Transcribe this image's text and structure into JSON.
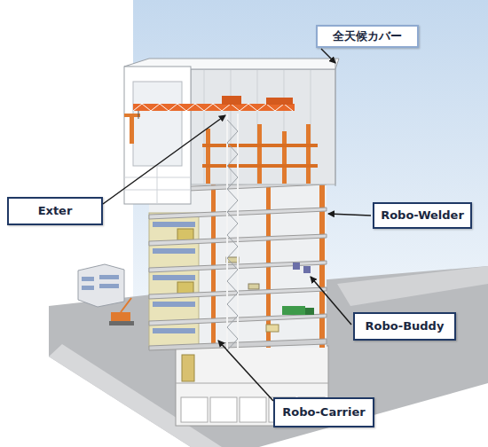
{
  "diagram": {
    "nodes": [
      {
        "text": [
          "全天候カバー"
        ]
      },
      {
        "text": [
          "Exter"
        ]
      },
      {
        "text": [
          "Robo-Welder"
        ]
      },
      {
        "text": [
          "Robo-Buddy"
        ]
      },
      {
        "text": [
          "Robo-Carrier"
        ]
      }
    ]
  }
}
